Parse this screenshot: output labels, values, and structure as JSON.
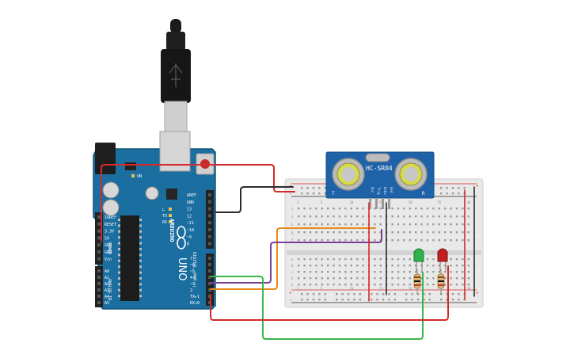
{
  "colors": {
    "board": "#1b6ea0",
    "board_dark": "#145579",
    "breadboard": "#e9e9e9",
    "hole": "#9a9a9a",
    "sensor_body": "#1e62a8",
    "wire_red": "#d42a2a",
    "wire_black": "#2b2b2b",
    "wire_orange": "#e8891c",
    "wire_purple": "#7b3f98",
    "wire_green": "#3bb54a",
    "led_green": "#2db34a",
    "led_red": "#c0201f"
  },
  "arduino": {
    "brand": "ARDUINO",
    "model": "UNO",
    "digital_header": "DIGITAL (PWM ~)",
    "power_header": "POWER",
    "analog_header": "ANALOG IN",
    "top_pins": [
      "AREF",
      "GND",
      "13",
      "12",
      "~11",
      "~10",
      "~9",
      "8"
    ],
    "bottom_pins": [
      "7",
      "~6",
      "~5",
      "4",
      "~3",
      "2",
      "TX▸1",
      "RX◂0"
    ],
    "power_pins": [
      "IOREF",
      "RESET",
      "3.3V",
      "5V",
      "GND",
      "GND",
      "Vin"
    ],
    "analog_pins": [
      "A0",
      "A1",
      "A2",
      "A3",
      "A4",
      "A5"
    ],
    "leds": [
      "L",
      "TX",
      "RX"
    ],
    "on_label": "ON"
  },
  "sensor": {
    "model": "HC-SR04",
    "pins": [
      "Vcc",
      "Trig",
      "Echo",
      "Gnd"
    ],
    "t_label": "T",
    "r_label": "R"
  },
  "breadboard": {
    "plus": "+",
    "minus": "-",
    "row_letters_top": [
      "j",
      "i",
      "h",
      "g",
      "f"
    ],
    "row_letters_bottom": [
      "e",
      "d",
      "c",
      "b",
      "a"
    ],
    "column_numbers": [
      "1",
      "5",
      "10",
      "15",
      "20",
      "25",
      "30"
    ]
  }
}
